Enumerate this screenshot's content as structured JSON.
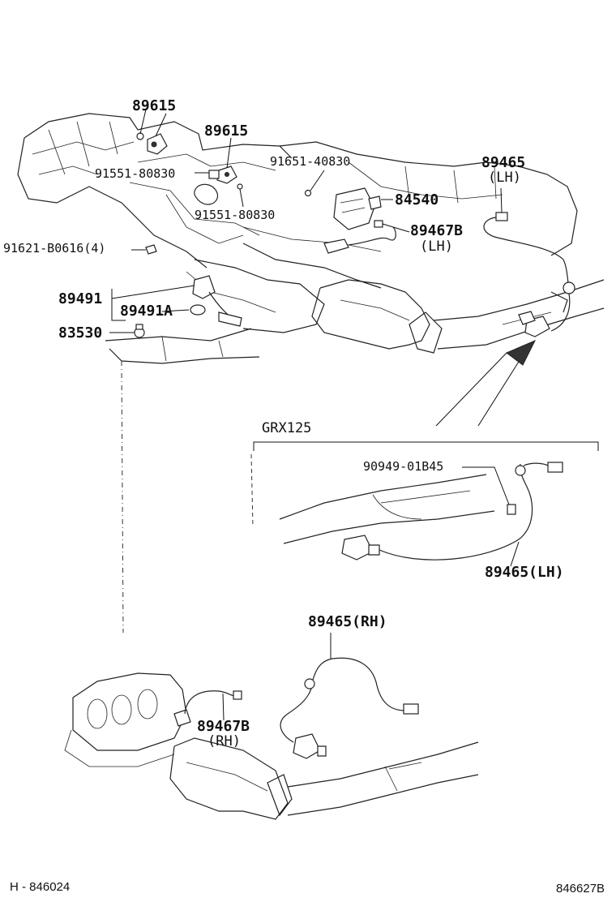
{
  "labels": {
    "p89615_a": "89615",
    "p89615_b": "89615",
    "p91551_a": "91551-80830",
    "p91651": "91651-40830",
    "p89465_lh_top": "89465",
    "p89465_lh_top_side": "(LH)",
    "p84540": "84540",
    "p91551_b": "91551-80830",
    "p89467b_lh": "89467B",
    "p89467b_lh_side": "(LH)",
    "p91621": "91621-B0616(4)",
    "p89491": "89491",
    "p89491a": "89491A",
    "p83530": "83530",
    "grx125": "GRX125",
    "p90949": "90949-01B45",
    "p89465_lh_mid": "89465(LH)",
    "p89465_rh": "89465(RH)",
    "p89467b_rh": "89467B",
    "p89467b_rh_side": "(RH)"
  },
  "footer": {
    "left": "H - 846024",
    "right": "846627B"
  }
}
